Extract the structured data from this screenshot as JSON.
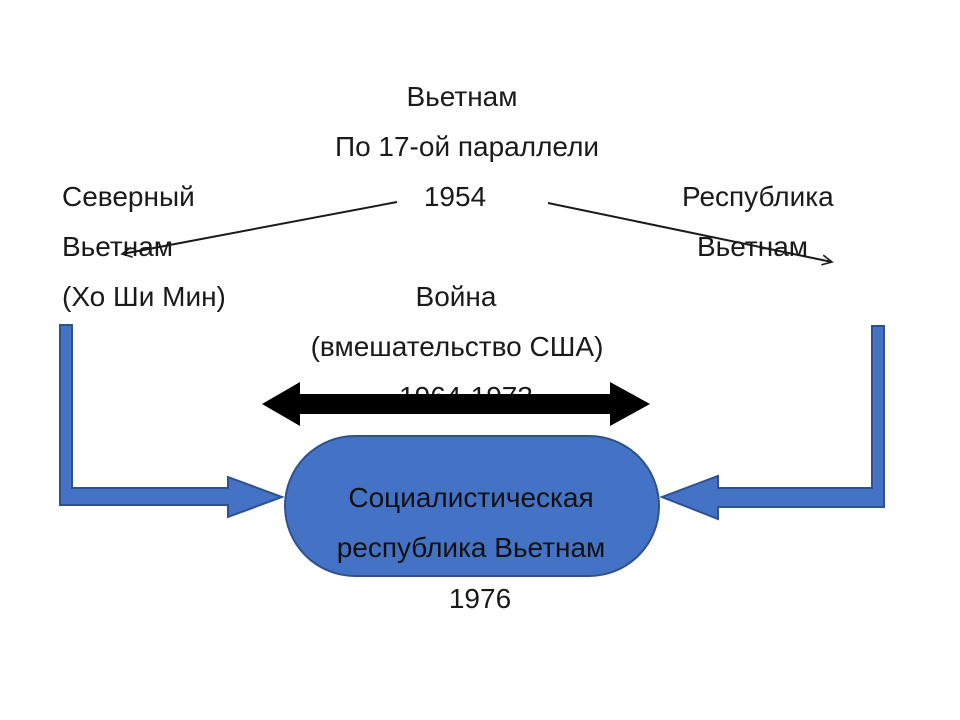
{
  "title": "Вьетнам",
  "division": "По 17-ой параллели",
  "division_year": "1954",
  "north": {
    "line1": "Северный",
    "line2": "Вьетнам",
    "line3": "(Хо Ши Мин)"
  },
  "south": {
    "line1": "Республика",
    "line2": "Вьетнам"
  },
  "war": {
    "label": "Война",
    "detail": "(вмешательство США)",
    "years": "1964-1973"
  },
  "result": {
    "line1": "Социалистическая",
    "line2": "республика Вьетнам",
    "year": "1976",
    "color": "#4472c4",
    "border_color": "#2f528f"
  },
  "colors": {
    "connector": "#4472c4",
    "connector_border": "#2f528f",
    "war_arrow": "#000000"
  }
}
